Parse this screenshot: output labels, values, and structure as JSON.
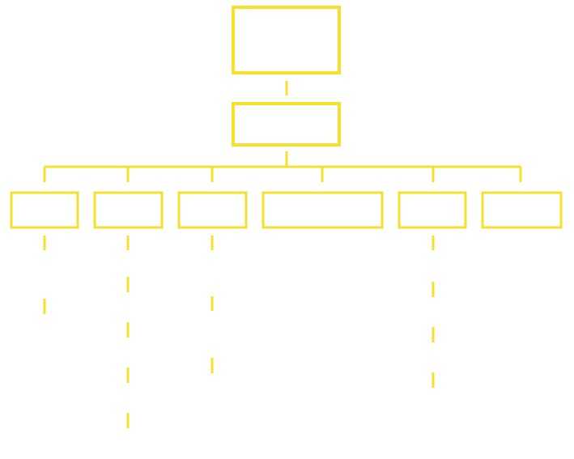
{
  "diagram": {
    "type": "org-chart",
    "line_color": "#f5e12b",
    "background_color": "#ffffff",
    "label_text_present": false,
    "levels": [
      {
        "level": 0,
        "boxes": 1
      },
      {
        "level": 1,
        "boxes": 1
      },
      {
        "level": 2,
        "boxes": 6
      }
    ],
    "nodes": [
      {
        "id": "root",
        "level": 0,
        "label": ""
      },
      {
        "id": "mid",
        "level": 1,
        "label": ""
      },
      {
        "id": "child-1",
        "level": 2,
        "label": "",
        "dashed_tail_segments": 2
      },
      {
        "id": "child-2",
        "level": 2,
        "label": "",
        "dashed_tail_segments": 5
      },
      {
        "id": "child-3",
        "level": 2,
        "label": "",
        "dashed_tail_segments": 3
      },
      {
        "id": "child-4",
        "level": 2,
        "label": "",
        "dashed_tail_segments": 0
      },
      {
        "id": "child-5",
        "level": 2,
        "label": "",
        "dashed_tail_segments": 4
      },
      {
        "id": "child-6",
        "level": 2,
        "label": "",
        "dashed_tail_segments": 0
      }
    ]
  }
}
